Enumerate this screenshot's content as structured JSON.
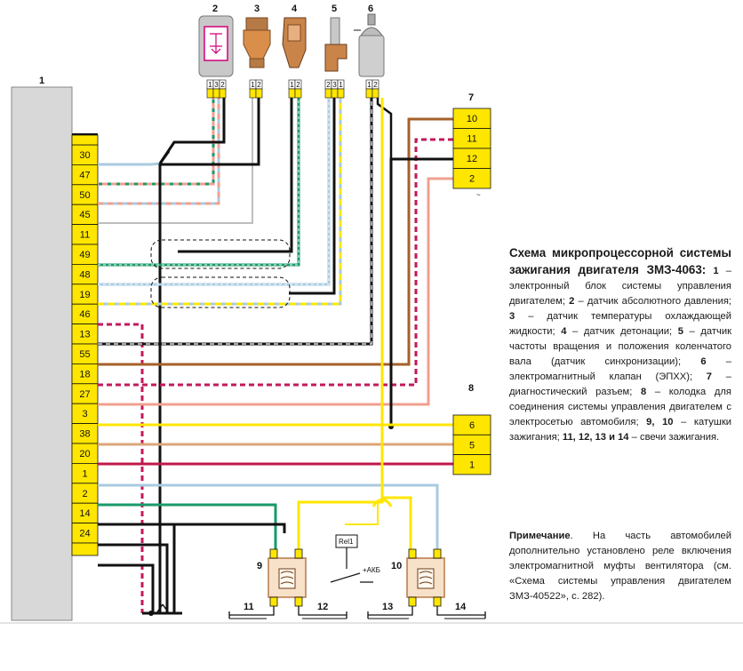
{
  "components": {
    "ecu": "1",
    "map_sensor": "2",
    "coolant_sensor": "3",
    "knock_sensor": "4",
    "crank_sensor": "5",
    "epxx_valve": "6",
    "diag_connector": "7",
    "harness_block": "8",
    "coil_9": "9",
    "coil_10": "10"
  },
  "ecu_pins": [
    "30",
    "47",
    "50",
    "45",
    "11",
    "49",
    "48",
    "19",
    "46",
    "13",
    "55",
    "18",
    "27",
    "3",
    "38",
    "20",
    "1",
    "2",
    "14",
    "24"
  ],
  "diag_pins": [
    "10",
    "11",
    "12",
    "2"
  ],
  "block_pins": [
    "6",
    "5",
    "1"
  ],
  "sensor_pins": {
    "s2": [
      "1",
      "3",
      "2"
    ],
    "s3": [
      "1",
      "2"
    ],
    "s4": [
      "1",
      "2"
    ],
    "s5": [
      "2",
      "3",
      "1"
    ],
    "s6": [
      "1",
      "2"
    ]
  },
  "spark_labels": [
    "11",
    "12",
    "13",
    "14"
  ],
  "relay": {
    "label": "Rel1",
    "battery": "+АКБ"
  },
  "caption": {
    "title": "Схема микропроцессорной системы зажигания двигателя ЗМЗ-4063:",
    "items": [
      {
        "n": "1",
        "t": " – электронный блок системы управления двигателем; "
      },
      {
        "n": "2",
        "t": " – датчик абсолютного давления; "
      },
      {
        "n": "3",
        "t": " – датчик температуры охлаждающей жидкости; "
      },
      {
        "n": "4",
        "t": " – датчик детонации; "
      },
      {
        "n": "5",
        "t": " – датчик частоты вращения и положения коленчатого вала (датчик синхронизации); "
      },
      {
        "n": "6",
        "t": " – электромагнитный клапан (ЭПХХ); "
      },
      {
        "n": "7",
        "t": " – диагностический разъем; "
      },
      {
        "n": "8",
        "t": " – колодка для соединения системы управления двигателем с электросетью автомобиля; "
      },
      {
        "n": "9, 10",
        "t": " – катушки зажигания; "
      },
      {
        "n": "11, 12, 13 и 14",
        "t": " – свечи зажигания."
      }
    ]
  },
  "note": {
    "label": "Примечание",
    "text": ". На часть автомобилей дополнительно установлено реле включения электромагнитной муфты вентилятора (см. «Схема системы управления двигателем ЗМЗ-40522», с. 282)."
  },
  "colors": {
    "connector_yellow": "#ffe600",
    "ecu_gray": "#d6d6d6",
    "wire_black": "#111111",
    "wire_green": "#1a9a6a",
    "wire_lightblue": "#a9cbe0",
    "wire_brown": "#a5602a",
    "wire_red_dashed": "#c2185b",
    "wire_pink": "#f0a090",
    "wire_yellow": "#ffe600",
    "wire_tan": "#dba57a",
    "wire_crimson": "#c0174a",
    "wire_gray": "#a8a8a8"
  }
}
